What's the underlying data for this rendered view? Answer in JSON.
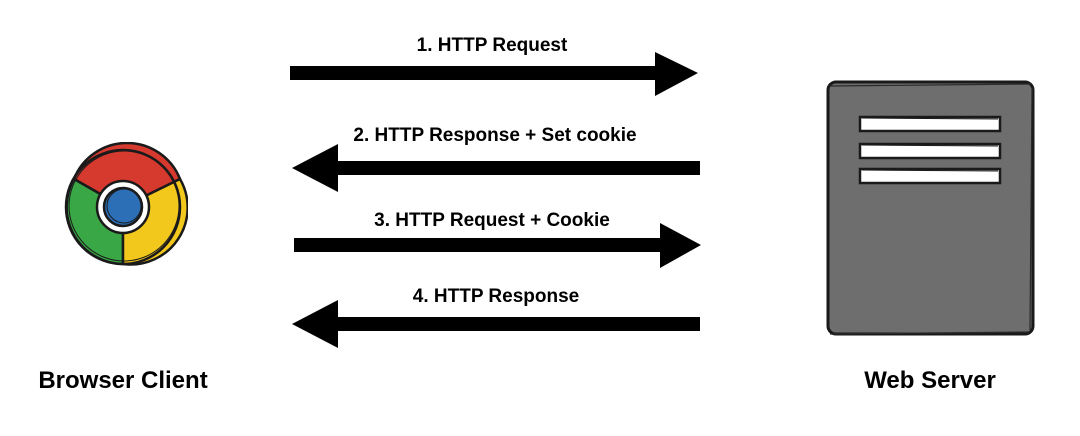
{
  "nodes": {
    "client": {
      "label": "Browser Client",
      "icon": "chrome-logo-icon"
    },
    "server": {
      "label": "Web Server",
      "icon": "server-icon"
    }
  },
  "messages": [
    {
      "step": 1,
      "label": "1. HTTP Request",
      "direction": "client-to-server"
    },
    {
      "step": 2,
      "label": "2. HTTP Response + Set cookie",
      "direction": "server-to-client"
    },
    {
      "step": 3,
      "label": "3. HTTP Request + Cookie",
      "direction": "client-to-server"
    },
    {
      "step": 4,
      "label": "4. HTTP Response",
      "direction": "server-to-client"
    }
  ],
  "colors": {
    "arrow": "#000000",
    "server_body": "#6e6e6e",
    "server_stripes": "#ffffff",
    "chrome_red": "#d63a2f",
    "chrome_green": "#3aa746",
    "chrome_yellow": "#f2c81c",
    "chrome_blue": "#2c6fb7"
  }
}
